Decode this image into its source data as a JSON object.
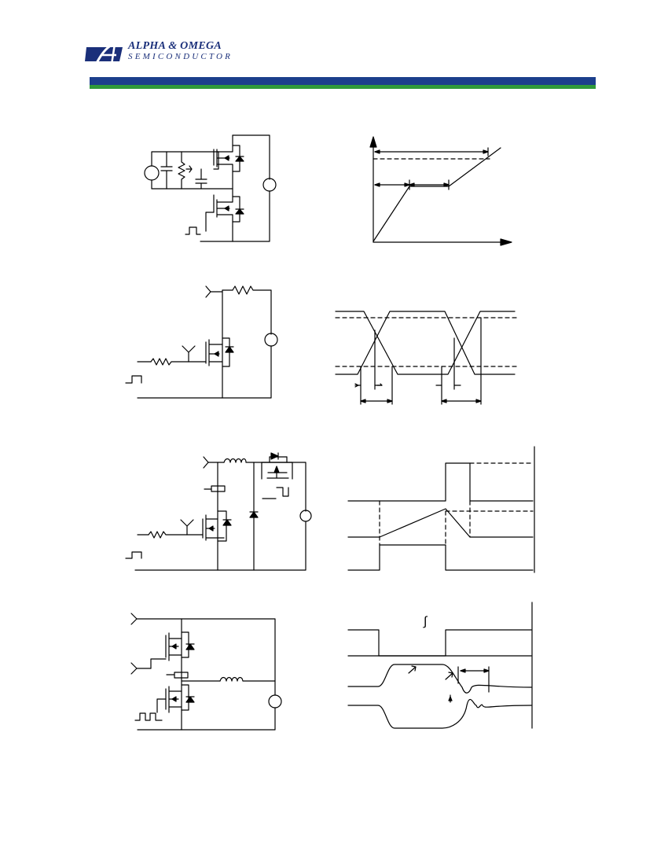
{
  "header": {
    "company_name": "ALPHA & OMEGA",
    "company_subtitle": "SEMICONDUCTOR",
    "logo_letter": "A",
    "colors": {
      "brand_blue": "#1a2f7a",
      "band_blue": "#1c3f8c",
      "band_green": "#2f9a3a"
    }
  },
  "figure_icons": [
    "gate-charge-test-circuit",
    "gate-charge-waveform",
    "resistive-switching-test-circuit",
    "resistive-switching-waveform",
    "unclamped-inductive-switching-test-circuit",
    "unclamped-inductive-switching-waveform",
    "diode-recovery-test-circuit",
    "diode-recovery-waveform"
  ],
  "waveform_glyphs": {
    "integral_sign": "∫"
  }
}
